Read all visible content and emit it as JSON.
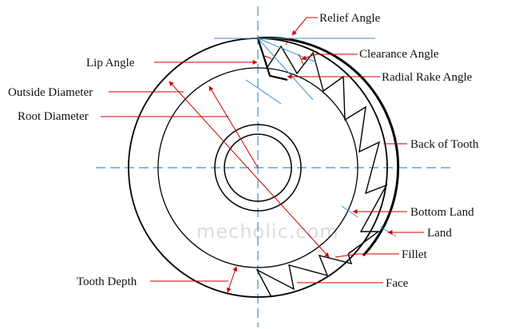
{
  "labels": {
    "relief_angle": "Relief Angle",
    "clearance_angle": "Clearance Angle",
    "radial_rake_angle": "Radial Rake Angle",
    "lip_angle": "Lip Angle",
    "outside_diameter": "Outside Diameter",
    "root_diameter": "Root Diameter",
    "back_of_tooth": "Back of Tooth",
    "bottom_land": "Bottom Land",
    "land": "Land",
    "fillet": "Fillet",
    "tooth_depth": "Tooth Depth",
    "face": "Face"
  },
  "watermark": "mecholic.com",
  "colors": {
    "outline": "#000000",
    "leader": "#cc0000",
    "centerline": "#3a8fd8",
    "text": "#111111",
    "watermark": "#dcdcdc"
  }
}
